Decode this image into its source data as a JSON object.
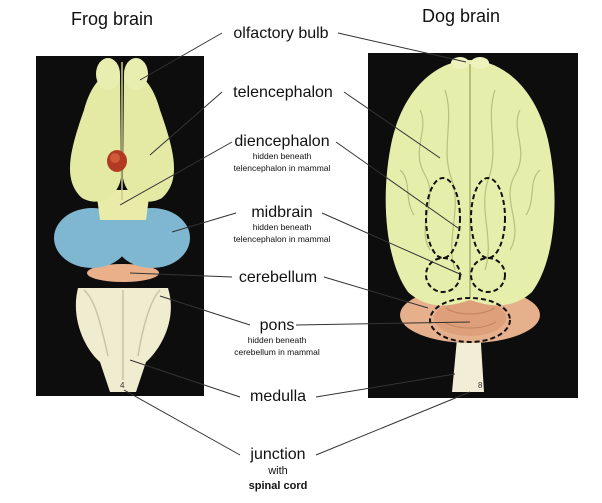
{
  "titles": {
    "frog": "Frog brain",
    "dog": "Dog brain"
  },
  "labels": {
    "olfactory_bulb": {
      "main": "olfactory bulb"
    },
    "telencephalon": {
      "main": "telencephalon"
    },
    "diencephalon": {
      "main": "diencephalon",
      "sub1": "hidden beneath",
      "sub2": "telencephalon in mammal"
    },
    "midbrain": {
      "main": "midbrain",
      "sub1": "hidden beneath",
      "sub2": "telencephalon in mammal"
    },
    "cerebellum": {
      "main": "cerebellum"
    },
    "pons": {
      "main": "pons",
      "sub1": "hidden beneath",
      "sub2": "cerebellum in mammal"
    },
    "medulla": {
      "main": "medulla"
    },
    "junction": {
      "main": "junction",
      "sub1": "with",
      "sub2": "spinal cord"
    }
  },
  "specimen_marks": {
    "frog": "4",
    "dog": "8"
  },
  "colors": {
    "background": "#ffffff",
    "photo_background": "#0d0d0d",
    "telencephalon_yellow": "#e4eaa4",
    "midbrain_blue": "#7fb6d0",
    "cerebellum_peach": "#e9b08a",
    "stem_cream": "#f0ecd6",
    "pineal_red": "#b23a22",
    "leader_line": "#333333"
  }
}
